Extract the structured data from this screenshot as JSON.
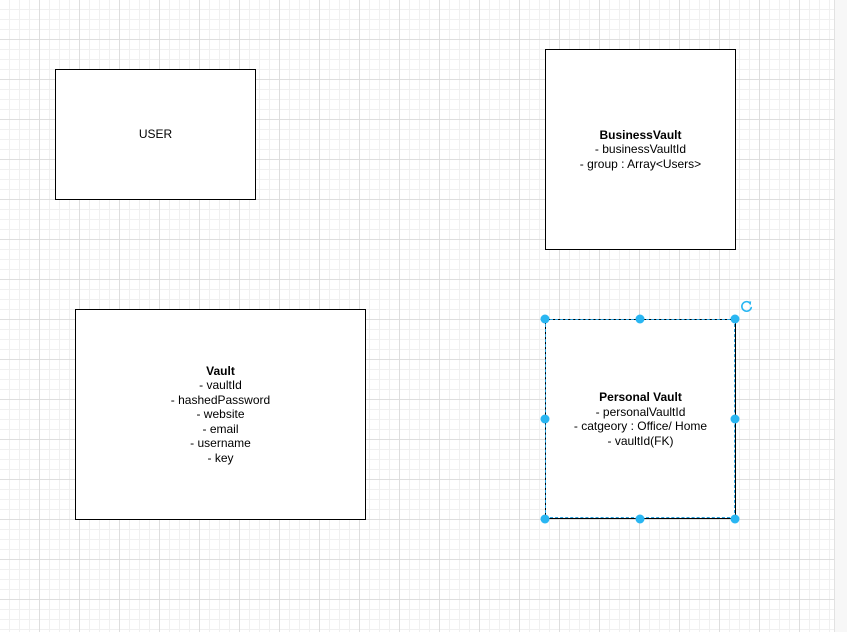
{
  "diagram": {
    "user_box": {
      "title": "USER"
    },
    "business_vault_box": {
      "title": "BusinessVault",
      "attributes": [
        "- businessVaultId",
        "- group : Array<Users>"
      ]
    },
    "vault_box": {
      "title": "Vault",
      "attributes": [
        "- vaultId",
        "- hashedPassword",
        "- website",
        "- email",
        "- username",
        "- key"
      ]
    },
    "personal_vault_box": {
      "title": "Personal Vault",
      "attributes": [
        "- personalVaultId",
        "- catgeory : Office/ Home",
        "- vaultId(FK)"
      ],
      "selected": true
    }
  },
  "colors": {
    "grid_major": "#dedede",
    "grid_minor": "#f0f0f0",
    "selection": "#29b6f2",
    "shape_border": "#000000"
  },
  "icons": {
    "rotate_handle": "rotate-icon",
    "resize_handle": "resize-handle-dot"
  }
}
